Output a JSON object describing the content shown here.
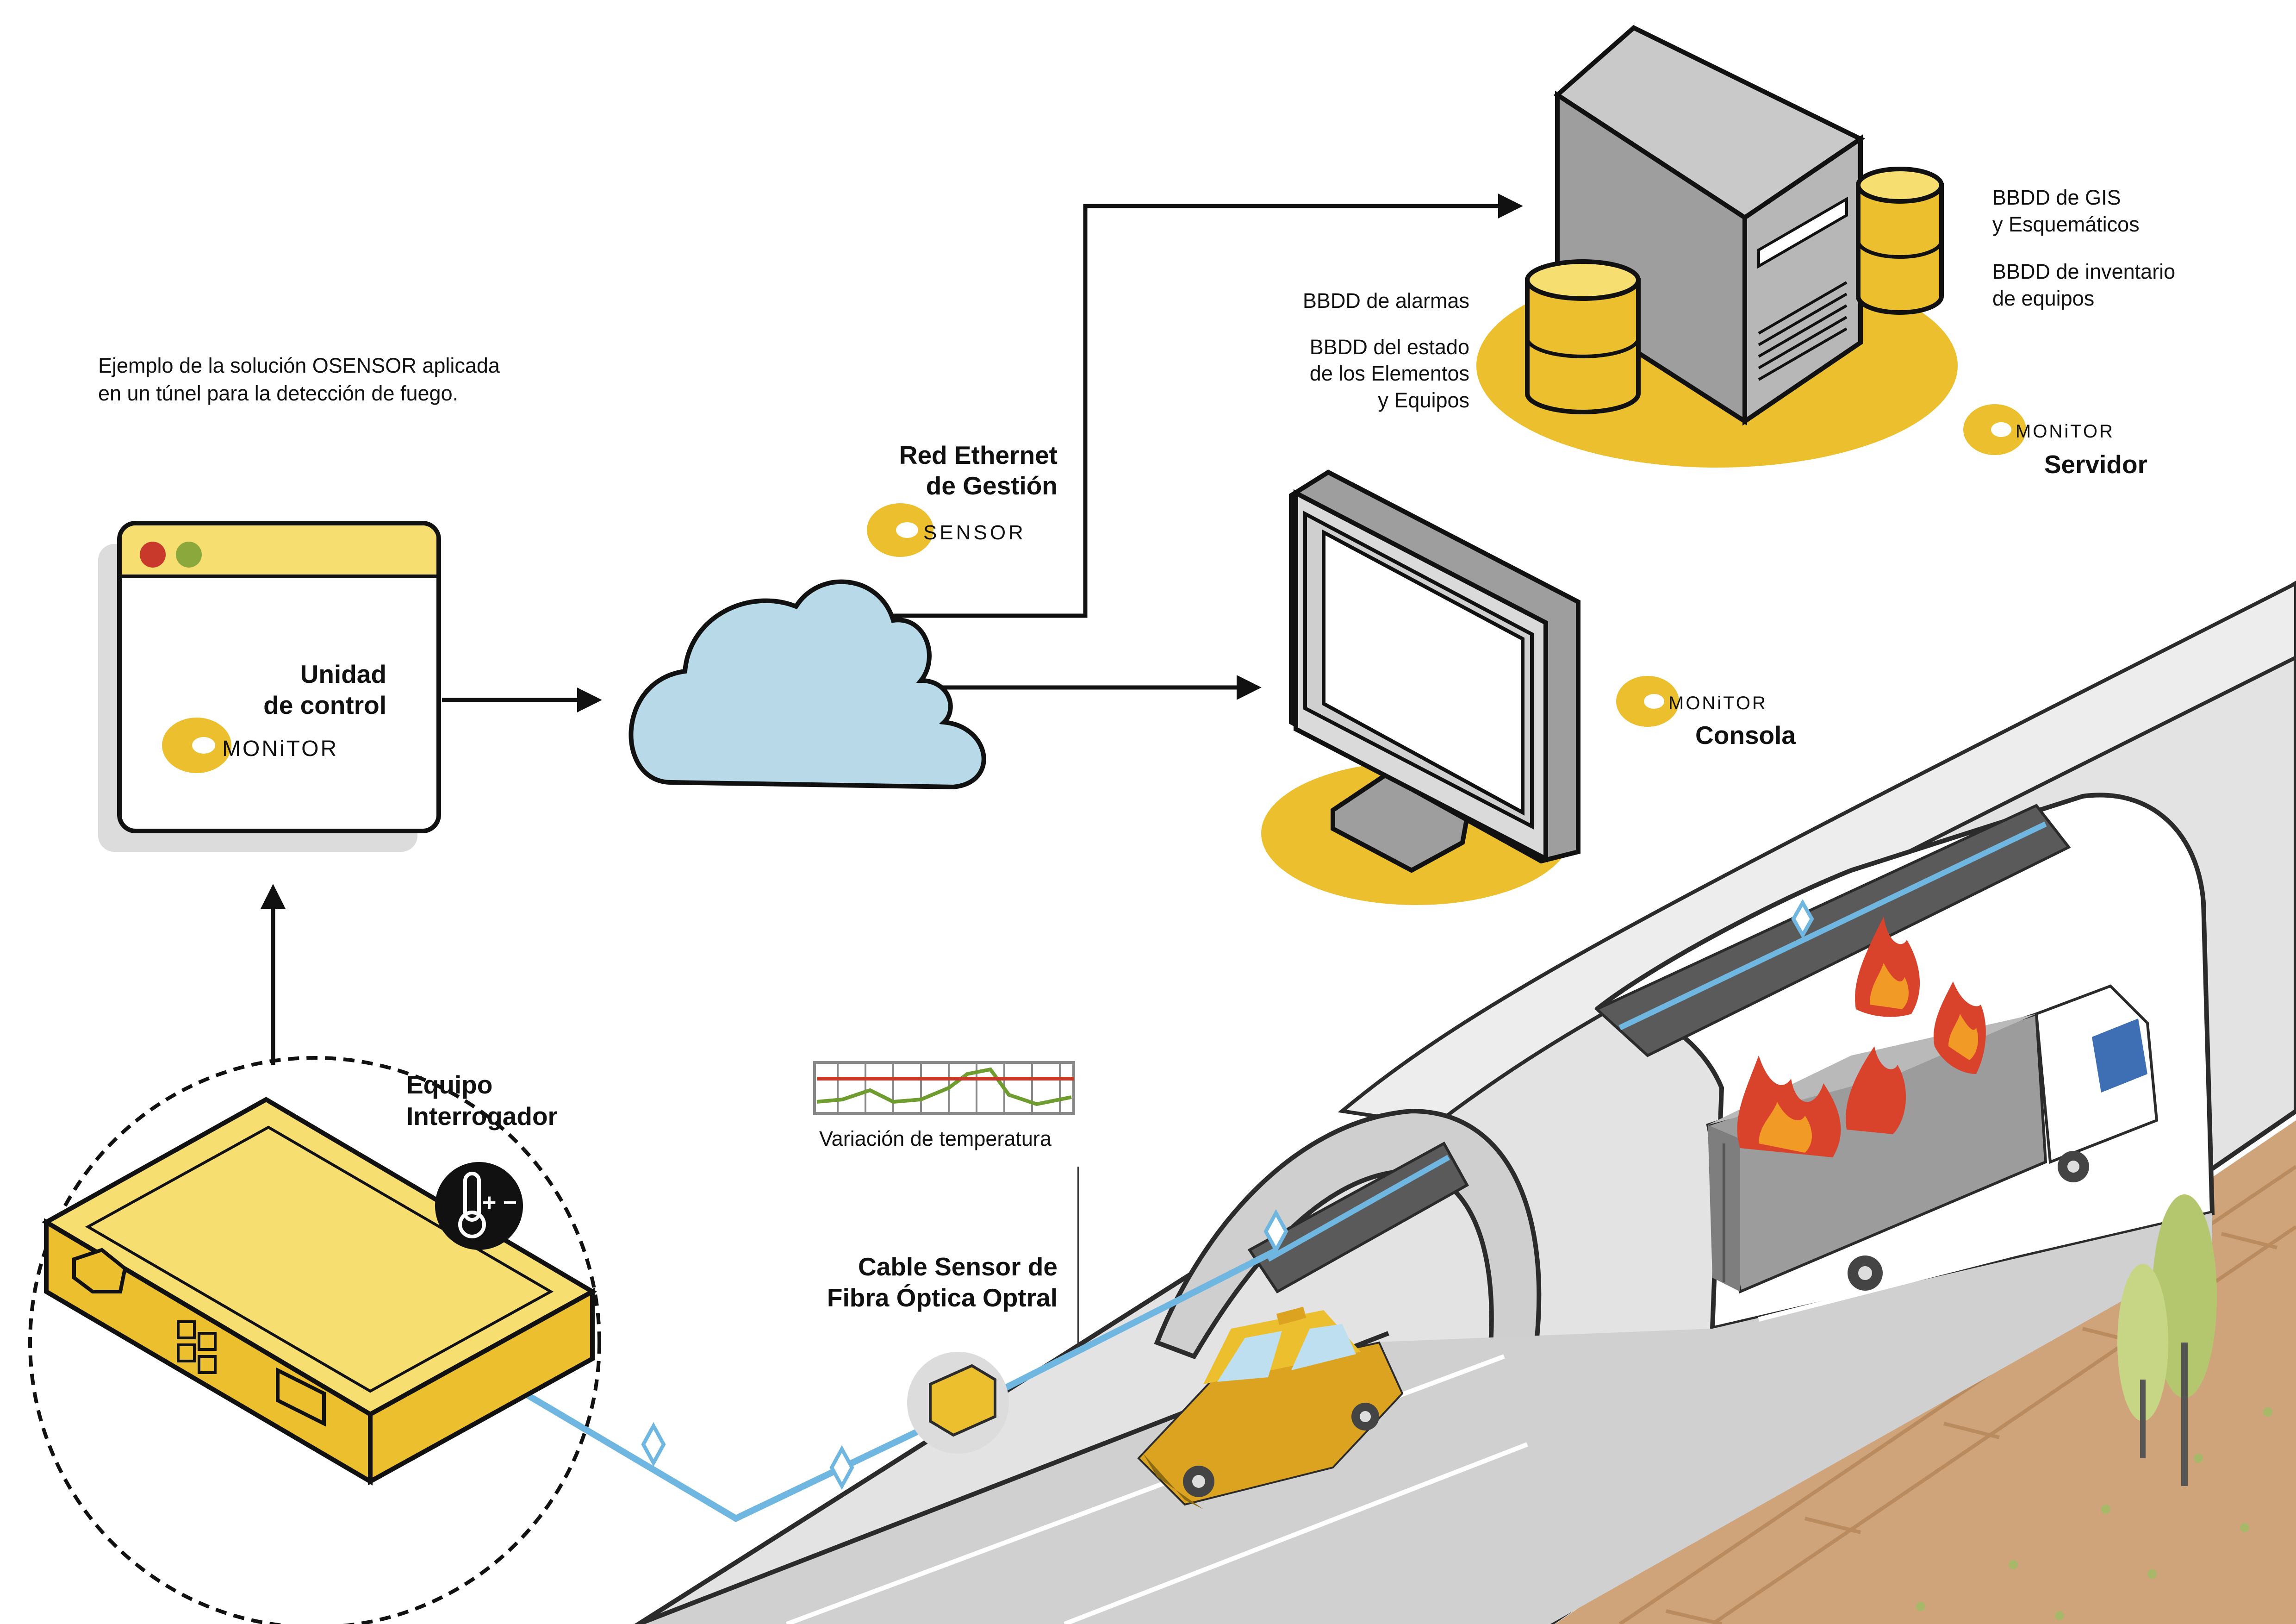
{
  "intro": {
    "line1": "Ejemplo de la solución OSENSOR aplicada",
    "line2": "en un túnel para la detección de fuego."
  },
  "control_unit": {
    "line1": "Unidad",
    "line2": "de control",
    "logo": "MONiTOR"
  },
  "network": {
    "line1": "Red Ethernet",
    "line2": "de Gestión",
    "logo": "SENSOR"
  },
  "server": {
    "logo": "MONiTOR",
    "label": "Servidor",
    "left_db": {
      "alarms": "BBDD de alarmas",
      "state_1": "BBDD del estado",
      "state_2": "de los Elementos",
      "state_3": "y Equipos"
    },
    "right_db": {
      "gis_1": "BBDD de GIS",
      "gis_2": "y Esquemáticos",
      "inv_1": "BBDD de inventario",
      "inv_2": "de equipos"
    }
  },
  "console": {
    "logo": "MONiTOR",
    "label": "Consola"
  },
  "interrogator": {
    "line1": "Equipo",
    "line2": "Interrogador",
    "thermometer_signs": "+ −"
  },
  "temperature_chart": {
    "label": "Variación de temperatura"
  },
  "fiber_cable": {
    "line1": "Cable Sensor de",
    "line2": "Fibra Óptica Optral"
  },
  "colors": {
    "yellow": "#ECBF2E",
    "light_yellow": "#F6DE70",
    "cloud_blue": "#B7D9E8",
    "fiber_blue": "#6FB6E0",
    "tunnel_grey": "#DCDCDC",
    "road_grey": "#D3D3D3",
    "fire_red": "#D9432B",
    "fire_orange": "#F29A26",
    "tree_green": "#B4C76E"
  },
  "icons": [
    "cloud-icon",
    "server-icon",
    "database-icon",
    "monitor-icon",
    "thermometer-icon",
    "fire-icon",
    "car-icon",
    "truck-icon",
    "tree-icon",
    "window-icon"
  ]
}
